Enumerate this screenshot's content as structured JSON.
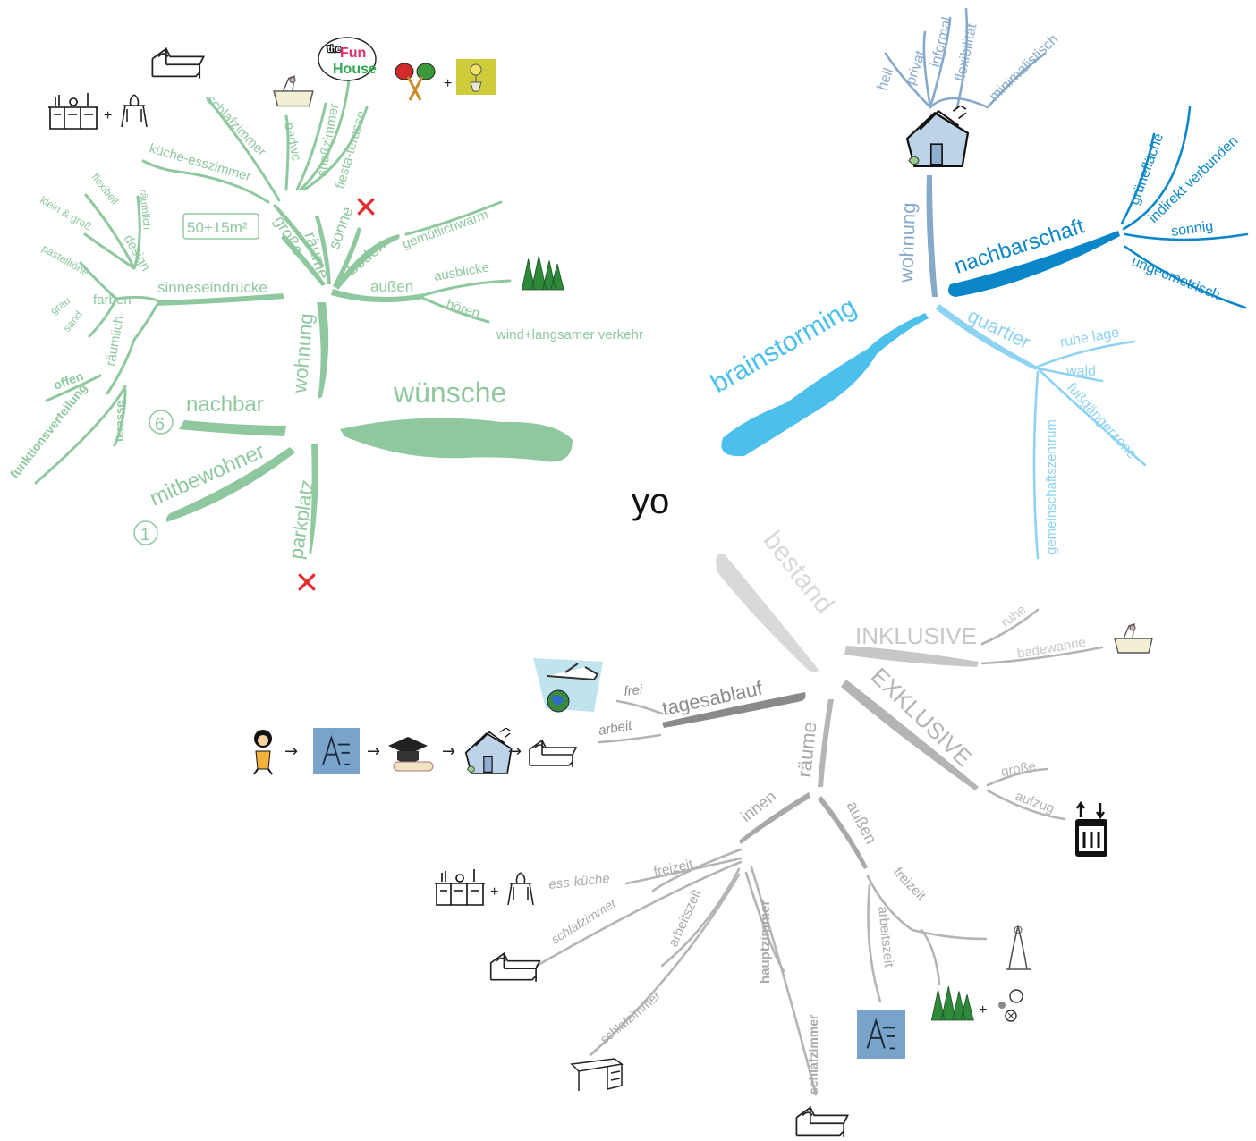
{
  "center": {
    "label": "yo"
  },
  "colors": {
    "green": "#8fc89f",
    "green_light": "#a7d4b2",
    "blue_dark": "#0b87c9",
    "blue_mid": "#4cc0ea",
    "blue_light": "#8fd3f2",
    "blue_grey": "#86a9c9",
    "grey_light": "#d9d9d9",
    "grey_mid": "#b4b4b4",
    "grey_dark": "#8a8a8a",
    "red_x": "#e52b2b"
  },
  "green_tree": {
    "main": "wünsche",
    "wohnung": "wohnung",
    "nachbar": "nachbar",
    "nachbar_count": "6",
    "mitbewohner": "mitbewohner",
    "mitbewohner_count": "1",
    "parkplatz": "parkplatz",
    "sinneseindruecke": "sinneseindrücke",
    "farben": "farben",
    "design": "design",
    "raeumlich": "räumlich",
    "raeumlich_small": "räumlich",
    "flexibel": "flexibell",
    "klein_gross": "klein & groß",
    "pastelltoene": "pastelltöne",
    "grau": "grau",
    "sand": "sand",
    "offen": "offen",
    "funktionsverteilung": "funktionsverteilung",
    "terasse": "terasse",
    "raeume": "räume",
    "grosse": "große",
    "area": "50+15m²",
    "sonne": "sonne",
    "boden": "boden",
    "gemuetlichwarm": "gemütlichwarm",
    "aussen": "außen",
    "ausblicke": "ausblicke",
    "hoeren": "hören",
    "wind": "wind+langsamer verkehr",
    "kueche_esszimmer": "küche-esszimmer",
    "schlafzimmer": "schlafzimmer",
    "badwc": "badwc",
    "spasszimmer": "spaßzimmer",
    "fiesta_terasse": "fiesta-terasse",
    "funhouse_logo": [
      "the",
      "Fun",
      "House"
    ],
    "plus": "+"
  },
  "blue_tree": {
    "brainstorming": "brainstorming",
    "wohnung": "wohnung",
    "hell": "hell",
    "privat": "privat",
    "informal": "informal",
    "flexibilitaet": "flexibilität",
    "minimalistisch": "minimalistisch",
    "nachbarschaft": "nachbarschaft",
    "gruenflaeche": "grünefläche",
    "indirekt": "indirekt verbunden",
    "sonnig": "sonnig",
    "ungeometrisch": "ungeometrisch",
    "quartier": "quartier",
    "ruhe_lage": "ruhe lage",
    "wald": "wald",
    "fussgaengerzone": "fußgängerzone",
    "gemeinschaftszentrum": "gemeinschaftszentrum"
  },
  "grey_tree": {
    "bestand": "bestand",
    "inklusive": "INKLUSIVE",
    "ruhe": "ruhe",
    "badewanne": "badewanne",
    "exklusive": "EXKLUSIVE",
    "grosse": "große",
    "aufzug": "aufzug",
    "tagesablauf": "tagesablauf",
    "frei": "frei",
    "arbeit": "arbeit",
    "raeume": "räume",
    "innen": "innen",
    "freizeit_innen": "freizeit",
    "ess_kueche": "ess-küche",
    "schlafzimmer_a": "schlafzimmer",
    "arbeitszeit_innen": "arbeitszeit",
    "schlafzimmer_b": "schlafzimmer",
    "hauptzimmer": "hauptzimmer",
    "schlafzimmer_c": "schlafzimmer",
    "aussen": "außen",
    "arbeitszeit_aussen": "arbeitszeit",
    "freizeit_aussen": "freizeit",
    "arrow": "→",
    "plus": "+"
  },
  "icons": [
    "bed-icon",
    "kitchen-icon",
    "dining-table-icon",
    "bathtub-icon",
    "funhouse-logo-icon",
    "maracas-icon",
    "sunflower-pot-icon",
    "forest-icon",
    "house-icon",
    "cross-mark-icon",
    "elevator-icon",
    "airplane-globe-icon",
    "cartoon-character-icon",
    "architecture-logo-icon",
    "graduation-cap-icon",
    "desk-icon",
    "sport-balls-icon",
    "fountain-icon"
  ]
}
